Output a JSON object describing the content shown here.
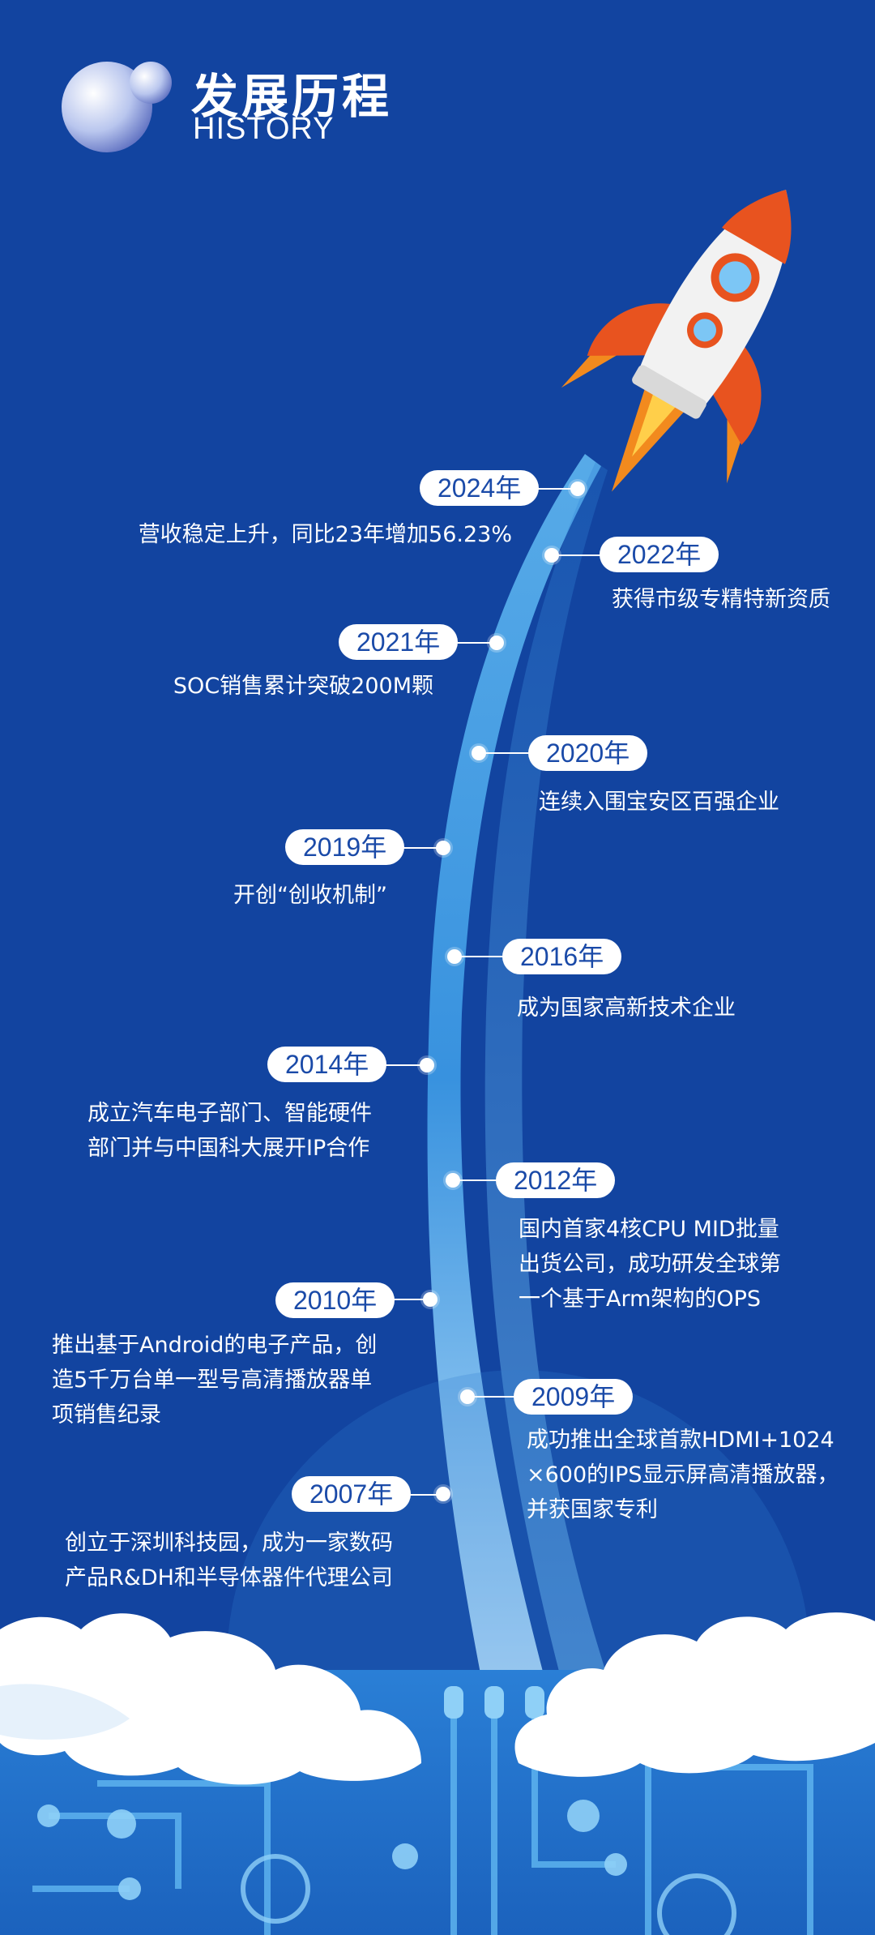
{
  "header": {
    "title": "发展历程",
    "subtitle": "HISTORY"
  },
  "colors": {
    "background": "#1244a0",
    "pill": "#ffffff",
    "pill_text": "#1a4aa8",
    "rocket_body": "#f2f2f2",
    "rocket_fin": "#e8531f",
    "flame": "#f28a1e"
  },
  "icons": [
    "sphere-logo-icon",
    "rocket-icon",
    "cloud-icon",
    "circuit-board-icon"
  ],
  "timeline": [
    {
      "year": "2024年",
      "text": "营收稳定上升，同比23年增加56.23%"
    },
    {
      "year": "2022年",
      "text": "获得市级专精特新资质"
    },
    {
      "year": "2021年",
      "text": "SOC销售累计突破200M颗"
    },
    {
      "year": "2020年",
      "text": "连续入围宝安区百强企业"
    },
    {
      "year": "2019年",
      "text": "开创“创收机制”"
    },
    {
      "year": "2016年",
      "text": "成为国家高新技术企业"
    },
    {
      "year": "2014年",
      "text": "成立汽车电子部门、智能硬件\n部门并与中国科大展开IP合作"
    },
    {
      "year": "2012年",
      "text": "国内首家4核CPU MID批量\n出货公司，成功研发全球第\n一个基于Arm架构的OPS"
    },
    {
      "year": "2010年",
      "text": "推出基于Android的电子产品，创\n造5千万台单一型号高清播放器单\n项销售纪录"
    },
    {
      "year": "2009年",
      "text": "成功推出全球首款HDMI+1024\n×600的IPS显示屏高清播放器，\n并获国家专利"
    },
    {
      "year": "2007年",
      "text": "创立于深圳科技园，成为一家数码\n产品R&DH和半导体器件代理公司"
    }
  ]
}
